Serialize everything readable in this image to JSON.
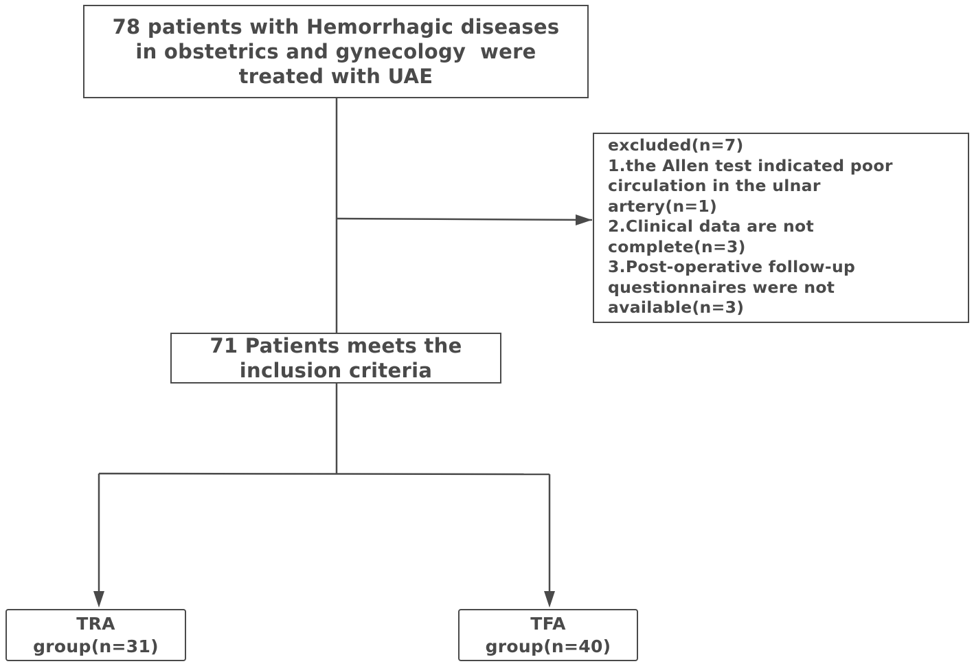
{
  "diagram": {
    "top_box": {
      "lines": [
        "78 patients with Hemorrhagic diseases",
        "in obstetrics and gynecology  were",
        "treated with UAE"
      ]
    },
    "excluded_box": {
      "lines": [
        "excluded(n=7)",
        "1.the Allen test indicated poor",
        "circulation in the ulnar",
        "artery(n=1)",
        "2.Clinical data are not",
        "complete(n=3)",
        "3.Post-operative follow-up",
        "questionnaires were not",
        "available(n=3)"
      ]
    },
    "inclusion_box": {
      "lines": [
        "71 Patients meets the",
        "inclusion criteria"
      ]
    },
    "tra_box": {
      "lines": [
        "TRA",
        "group(n=31)"
      ]
    },
    "tfa_box": {
      "lines": [
        "TFA",
        "group(n=40)"
      ]
    }
  },
  "colors": {
    "stroke": "#4a4a4a",
    "text": "#4a4a4a",
    "background": "#ffffff"
  }
}
